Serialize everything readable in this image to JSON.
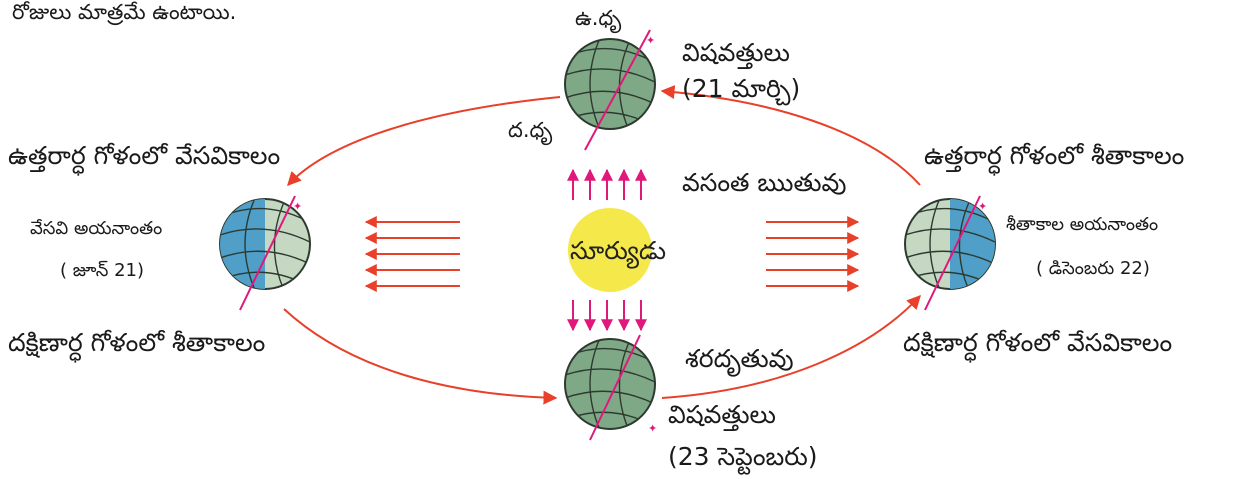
{
  "caption_fragment": "రోజులు మాత్రమే ఉంటాయి.",
  "sun_label": "సూర్యుడు",
  "pole_north": "ఉ.ధృ",
  "pole_south": "ద.ధృ",
  "positions": {
    "march": {
      "name": "విషవత్తులు",
      "date": "(21 మార్చి)"
    },
    "june": {
      "name": "వేసవి అయనాంతం",
      "date": "( జూన్ 21)"
    },
    "september": {
      "name": "విషవత్తులు",
      "date": "(23 సెప్టెంబరు)"
    },
    "december": {
      "name": "శీతాకాల అయనాంతం",
      "date": "( డిసెంబరు 22)"
    }
  },
  "seasons": {
    "spring": "వసంత ఋతువు",
    "autumn": "శరదృతువు",
    "north_summer": "ఉత్తరార్ధ గోళంలో వేసవికాలం",
    "south_winter": "దక్షిణార్ధ గోళంలో శీతాకాలం",
    "north_winter": "ఉత్తరార్ధ గోళంలో శీతాకాలం",
    "south_summer": "దక్షిణార్ధ గోళంలో వేసవికాలం"
  },
  "colors": {
    "orbit": "#e8402a",
    "sunrays_vertical": "#e0187a",
    "sun": "#f5e84a",
    "earth_land": "#7fa886",
    "earth_lit": "#c4d8c2",
    "earth_ocean": "#4f9fc8",
    "axis": "#e0187a"
  }
}
